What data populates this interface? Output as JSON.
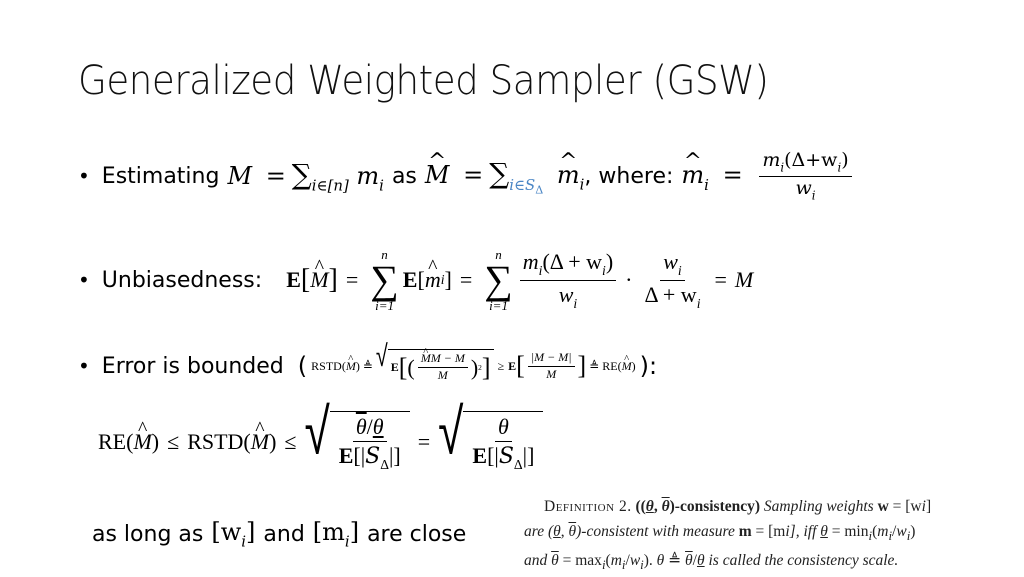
{
  "slide": {
    "title": "Generalized Weighted Sampler (GSW)",
    "bullets": [
      {
        "id": "estimating",
        "label": "Estimating",
        "math_text": "M = Σ_{i∈[n]} m_i as M̂ = Σ_{i∈S_Δ} m̂_i, where: m̂_i = m_i(Δ+w_i) / w_i",
        "parts": {
          "M": "M",
          "eq": "=",
          "sum": "∑",
          "sum_sub": "i∈[n]",
          "m": "m",
          "i": "i",
          "as": "as",
          "Mhat": "M",
          "sum2_sub_i": "i∈S",
          "sum2_sub_delta": "Δ",
          "where": ", where:",
          "frac_num": "m",
          "frac_num_rest": "(Δ+w",
          "frac_num_close": ")",
          "frac_den": "w"
        }
      },
      {
        "id": "unbiasedness",
        "label": "Unbiasedness:",
        "math_text": "E[M̂] = Σ_{i=1}^{n} E[m̂_i] = Σ_{i=1}^{n} (m_i(Δ + w_i)/w_i) · (w_i/(Δ + w_i)) = M",
        "parts": {
          "E": "E",
          "lb": "[",
          "rb": "]",
          "M": "M",
          "eq": "=",
          "sum_top": "n",
          "sum_bot": "i=1",
          "frac1_num": "m",
          "frac1_num_rest": "(Δ + w",
          "frac1_den": "w",
          "dot": "·",
          "frac2_num": "w",
          "frac2_den": "Δ + w",
          "result": "M"
        }
      },
      {
        "id": "error-bounded",
        "label": "Error is bounded",
        "open_paren": "(",
        "close_paren": "):",
        "math_text": "RSTD(M̂) ≜ sqrt(E[((M̂ − M)/M)^2]) ≥ E[|M̂ − M|/M] ≜ RE(M̂)",
        "parts": {
          "rstd": "RSTD(",
          "re": "RE(",
          "close": ")",
          "defeq": "≜",
          "ge": "≥",
          "E": "E",
          "num1": "M − M",
          "den": "M",
          "sq": "2",
          "num2": "|M − M|"
        }
      }
    ],
    "bound_equation": {
      "math_text": "RE(M̂) ≤ RSTD(M̂) ≤ sqrt( (θ̄/θ̲) / E[|S_Δ|] ) = sqrt( θ / E[|S_Δ|] )",
      "re": "RE(",
      "rstd": "RSTD(",
      "close": ")",
      "le": "≤",
      "eq": "=",
      "theta": "θ",
      "slash": "/",
      "den": "E[|",
      "S": "S",
      "delta": "Δ",
      "den_close": "|]"
    },
    "closing_text": {
      "before": "as long as",
      "w": "[w",
      "and": "and",
      "m": "[m",
      "i": "i",
      "rb": "]",
      "after": "are close"
    },
    "definition": {
      "heading": "Definition 2.",
      "title": "((θ, θ)-consistency)",
      "line1": "Sampling weights w = [w_i] are (θ, θ)-consistent with measure m = [m_i], iff θ = min_i(m_i/w_i) and θ = max_i(m_i/w_i). θ ≜ θ/θ is called the consistency scale.",
      "text_a": "Sampling weights",
      "text_w": "w",
      "text_eq_wi": "= [w",
      "text_are": "are (",
      "text_consistent": ")-consistent with measure",
      "text_m": "m",
      "text_eq_mi": "= [m",
      "text_iff": "], iff",
      "text_min": "= min",
      "text_ratio": "(m",
      "text_and": "and",
      "text_max": "= max",
      "text_scale": "is called the consistency scale."
    },
    "colors": {
      "text": "#000000",
      "accent_blue": "#4a86c5",
      "background": "#ffffff"
    }
  }
}
